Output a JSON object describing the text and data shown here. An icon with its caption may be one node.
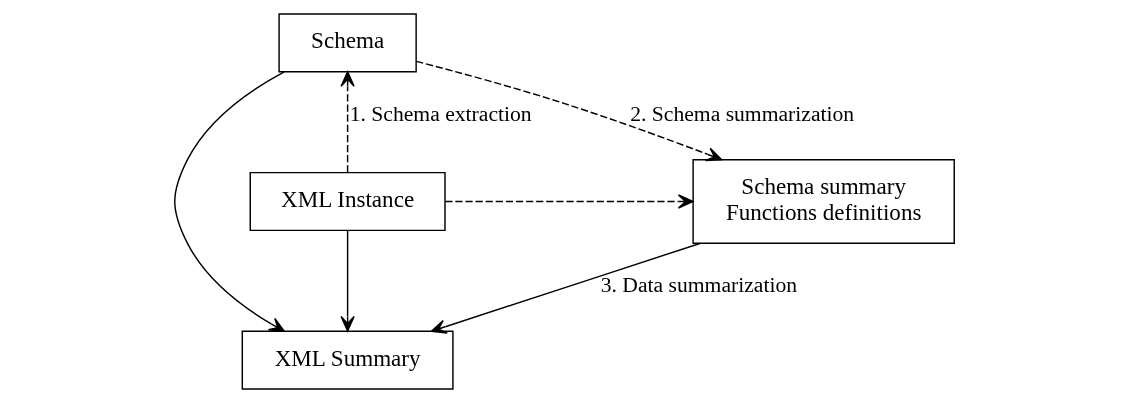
{
  "diagram": {
    "nodes": [
      {
        "text": [
          "Schema"
        ]
      },
      {
        "text": [
          "XML Instance"
        ]
      },
      {
        "text": [
          "Schema summary",
          "Functions definitions"
        ]
      },
      {
        "text": [
          "XML Summary"
        ]
      }
    ],
    "edges": [
      {
        "from": 1,
        "to": 0,
        "arrow": "to",
        "style": "dashed",
        "label": "1. Schema extraction"
      },
      {
        "from": 0,
        "to": 2,
        "arrow": "to",
        "style": "dashed",
        "label": "2. Schema summarization"
      },
      {
        "from": 1,
        "to": 2,
        "arrow": "to",
        "style": "dashed"
      },
      {
        "from": 0,
        "to": 3,
        "arrow": "to"
      },
      {
        "from": 1,
        "to": 3,
        "arrow": "to"
      },
      {
        "from": 2,
        "to": 3,
        "arrow": "to",
        "label": "3. Data summarization"
      }
    ]
  }
}
